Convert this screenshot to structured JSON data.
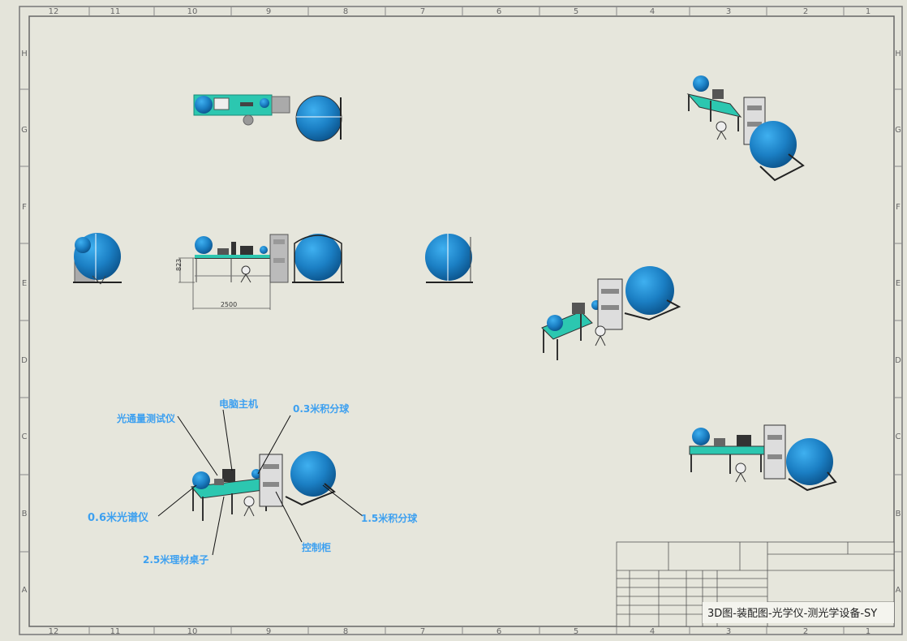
{
  "border": {
    "columns": [
      "12",
      "11",
      "10",
      "9",
      "8",
      "7",
      "6",
      "5",
      "4",
      "3",
      "2",
      "1"
    ],
    "rows": [
      "H",
      "G",
      "F",
      "E",
      "D",
      "C",
      "B",
      "A"
    ]
  },
  "dimensions": {
    "height": "823",
    "width": "2500"
  },
  "callouts": {
    "flux_tester": "光通量测试仪",
    "computer": "电脑主机",
    "sphere_03": "0.3米积分球",
    "spectrometer_06": "0.6米光谱仪",
    "sphere_15": "1.5米积分球",
    "table_25": "2.5米理材桌子",
    "control_cabinet": "控制柜"
  },
  "title_block": {
    "title": "3D图-装配图-光学仪-测光学设备-SY"
  },
  "colors": {
    "sphere": "#1b7fc4",
    "sphere_dark": "#0a4f86",
    "bench": "#2cc7b0",
    "sheet": "#e4e4da",
    "callout": "#3da0f0",
    "frame": "#555555"
  }
}
